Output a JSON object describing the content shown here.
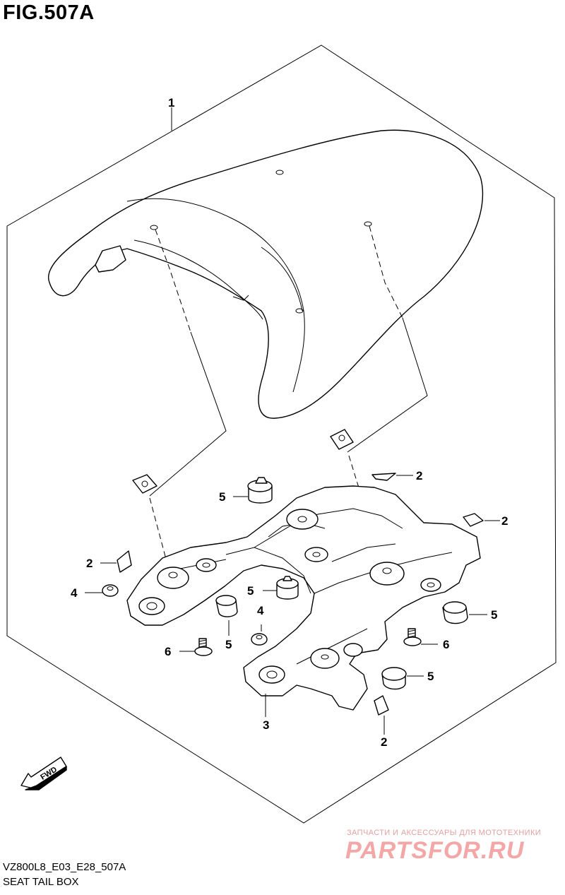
{
  "header": {
    "title": "FIG.507A"
  },
  "callouts": [
    {
      "label": "1"
    },
    {
      "label": "2"
    },
    {
      "label": "2"
    },
    {
      "label": "2"
    },
    {
      "label": "2"
    },
    {
      "label": "3"
    },
    {
      "label": "4"
    },
    {
      "label": "4"
    },
    {
      "label": "5"
    },
    {
      "label": "5"
    },
    {
      "label": "5"
    },
    {
      "label": "5"
    },
    {
      "label": "5"
    },
    {
      "label": "6"
    },
    {
      "label": "6"
    }
  ],
  "direction_indicator": {
    "label": "FWD",
    "icon": "fwd-arrow-icon"
  },
  "watermark": {
    "tagline": "ЗАПЧАСТИ И АКСЕССУАРЫ ДЛЯ МОТОТЕХНИКИ",
    "brand": "PARTSFOR.RU",
    "color": "#f08a8a"
  },
  "footer": {
    "code": "VZ800L8_E03_E28_507A",
    "caption": "SEAT TAIL BOX"
  }
}
